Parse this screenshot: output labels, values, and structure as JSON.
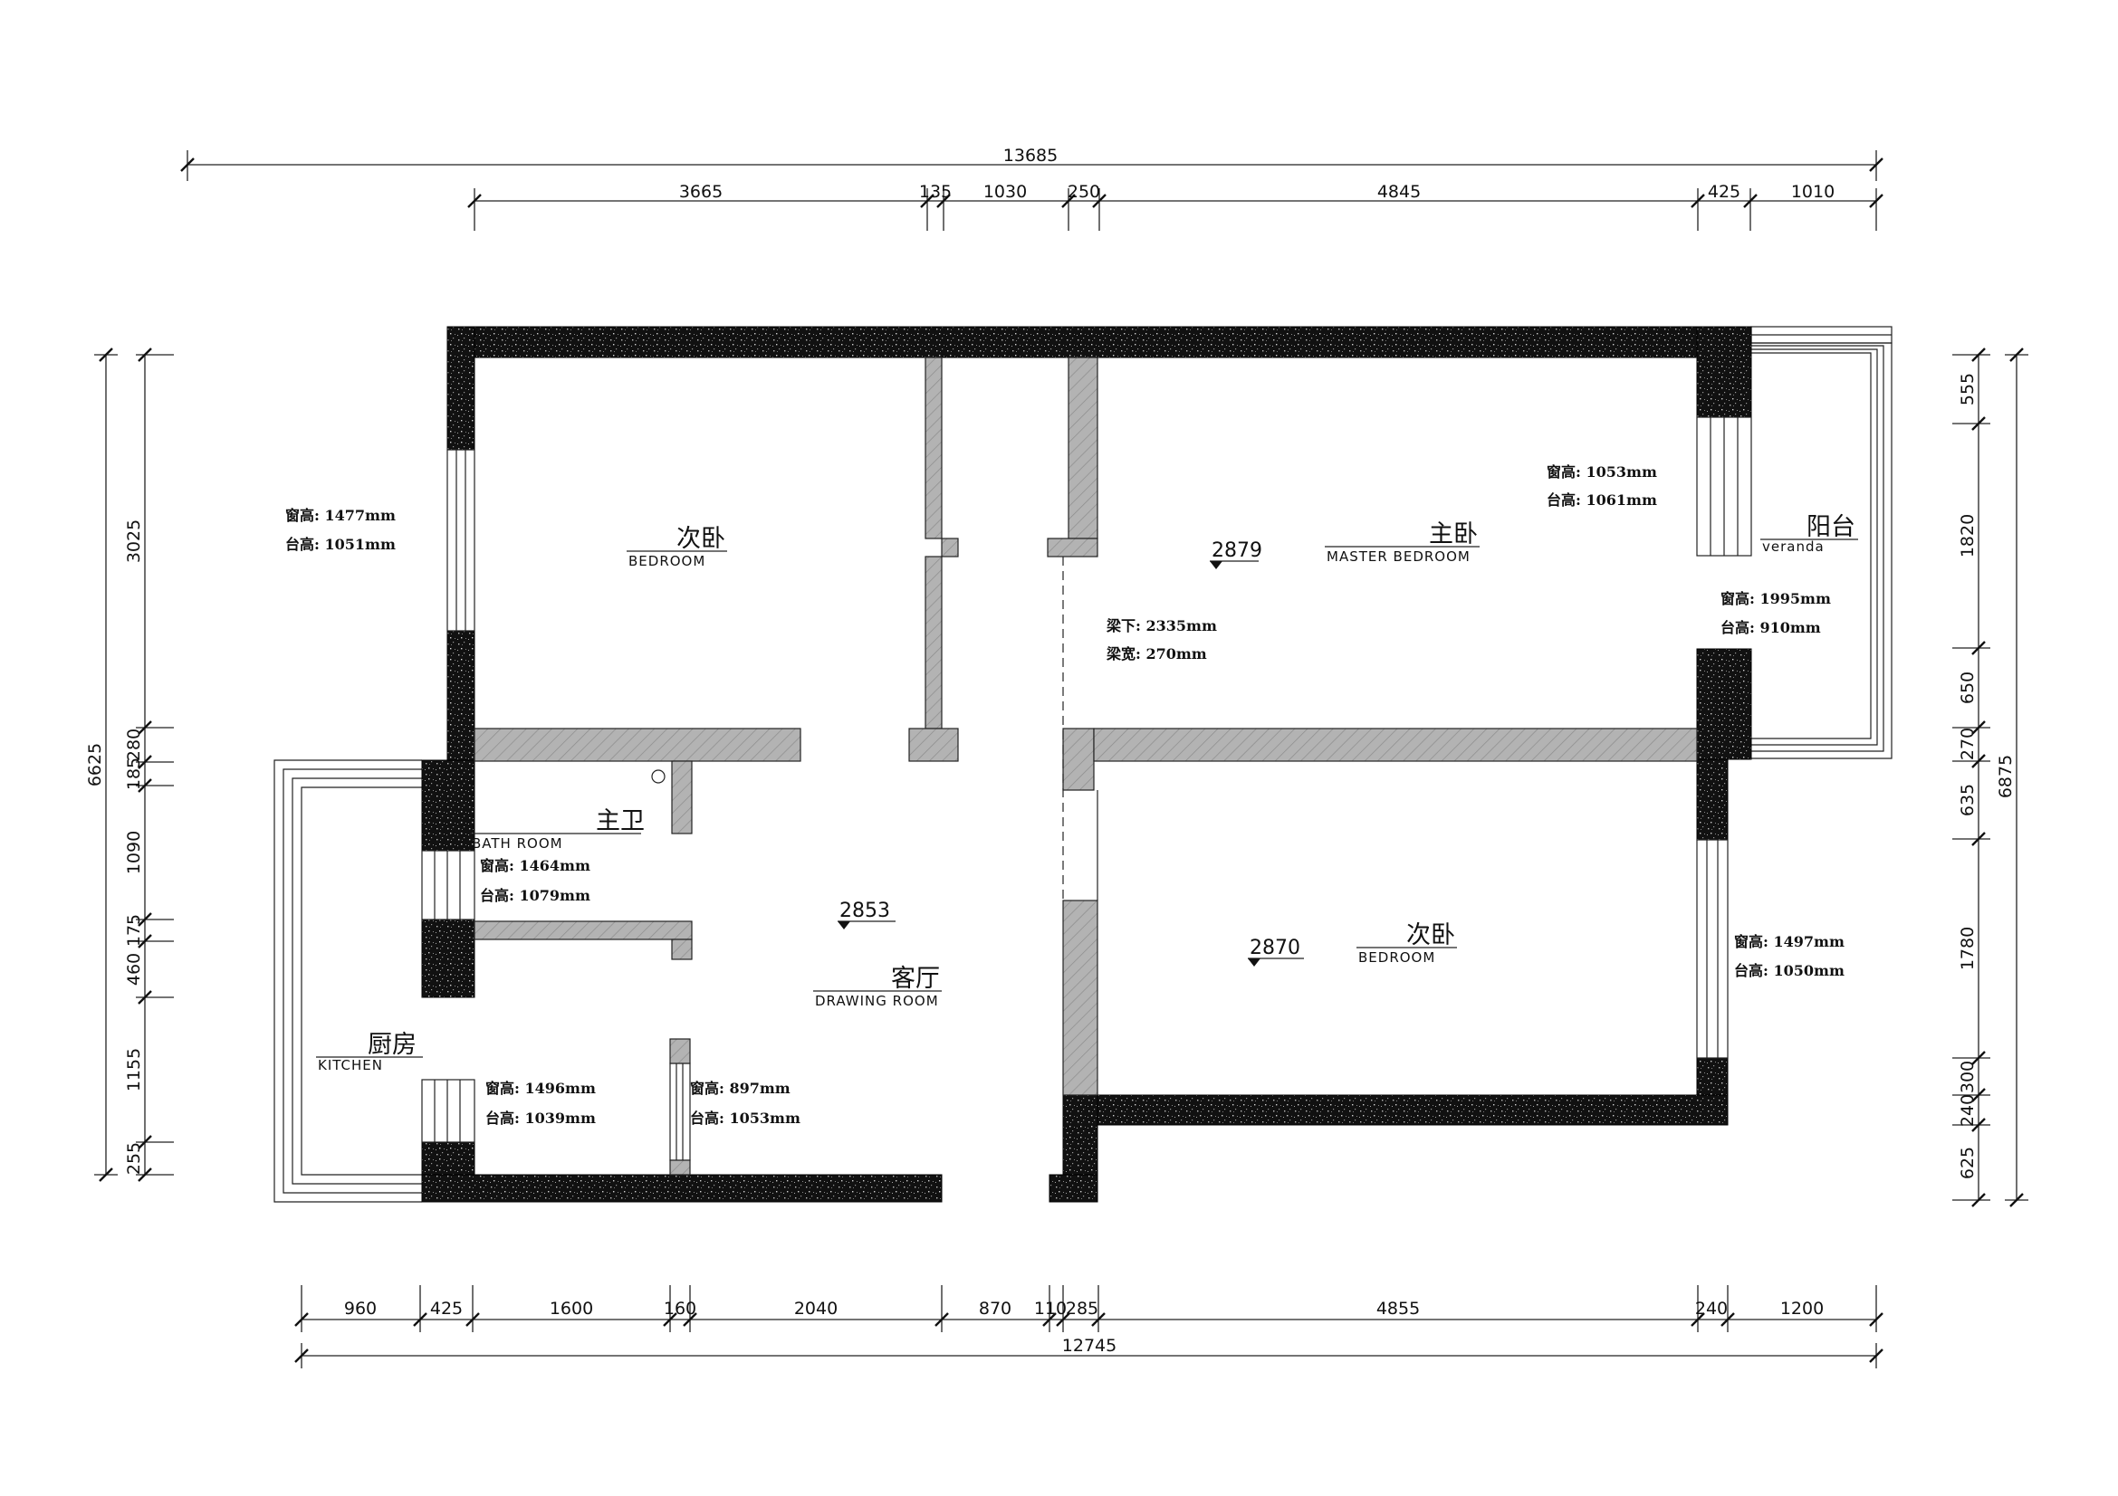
{
  "plan": {
    "rooms": {
      "bedroom_left": {
        "cn": "次卧",
        "en": "BEDROOM"
      },
      "master_bedroom": {
        "cn": "主卧",
        "en": "MASTER BEDROOM"
      },
      "veranda": {
        "cn": "阳台",
        "en": "veranda"
      },
      "bathroom": {
        "cn": "主卫",
        "en": "BATH ROOM"
      },
      "living": {
        "cn": "客厅",
        "en": "DRAWING ROOM"
      },
      "kitchen": {
        "cn": "厨房",
        "en": "KITCHEN"
      },
      "bedroom_right": {
        "cn": "次卧",
        "en": "BEDROOM"
      }
    },
    "elevations": {
      "master": "2879",
      "living": "2853",
      "bedroom_right": "2870"
    },
    "notes": {
      "bedroom_left_win": "窗高: 1477mm",
      "bedroom_left_sill": "台高:  1051mm",
      "master_win": "窗高: 1053mm",
      "master_sill": "台高:  1061mm",
      "veranda_win": "窗高: 1995mm",
      "veranda_sill": "台高:  910mm",
      "beam_under": "梁下: 2335mm",
      "beam_width": "梁宽: 270mm",
      "bath_win": "窗高: 1464mm",
      "bath_sill": "台高:  1079mm",
      "kitchen_win": "窗高: 1496mm",
      "kitchen_sill": "台高:  1039mm",
      "living_win": "窗高: 897mm",
      "living_sill": "台高:  1053mm",
      "bedroom_right_win": "窗高: 1497mm",
      "bedroom_right_sill": "台高:  1050mm"
    },
    "dimensions": {
      "top_total": "13685",
      "top": [
        "3665",
        "135",
        "1030",
        "250",
        "4845",
        "425",
        "1010"
      ],
      "bottom": [
        "960",
        "425",
        "1600",
        "160",
        "2040",
        "870",
        "110",
        "285",
        "4855",
        "240",
        "1200"
      ],
      "bottom_total": "12745",
      "left_total": "6625",
      "left": [
        "3025",
        "280",
        "185",
        "1090",
        "175",
        "460",
        "1155",
        "255"
      ],
      "right_total": "6875",
      "right": [
        "555",
        "1820",
        "650",
        "270",
        "635",
        "1780",
        "300",
        "240",
        "625"
      ]
    }
  }
}
